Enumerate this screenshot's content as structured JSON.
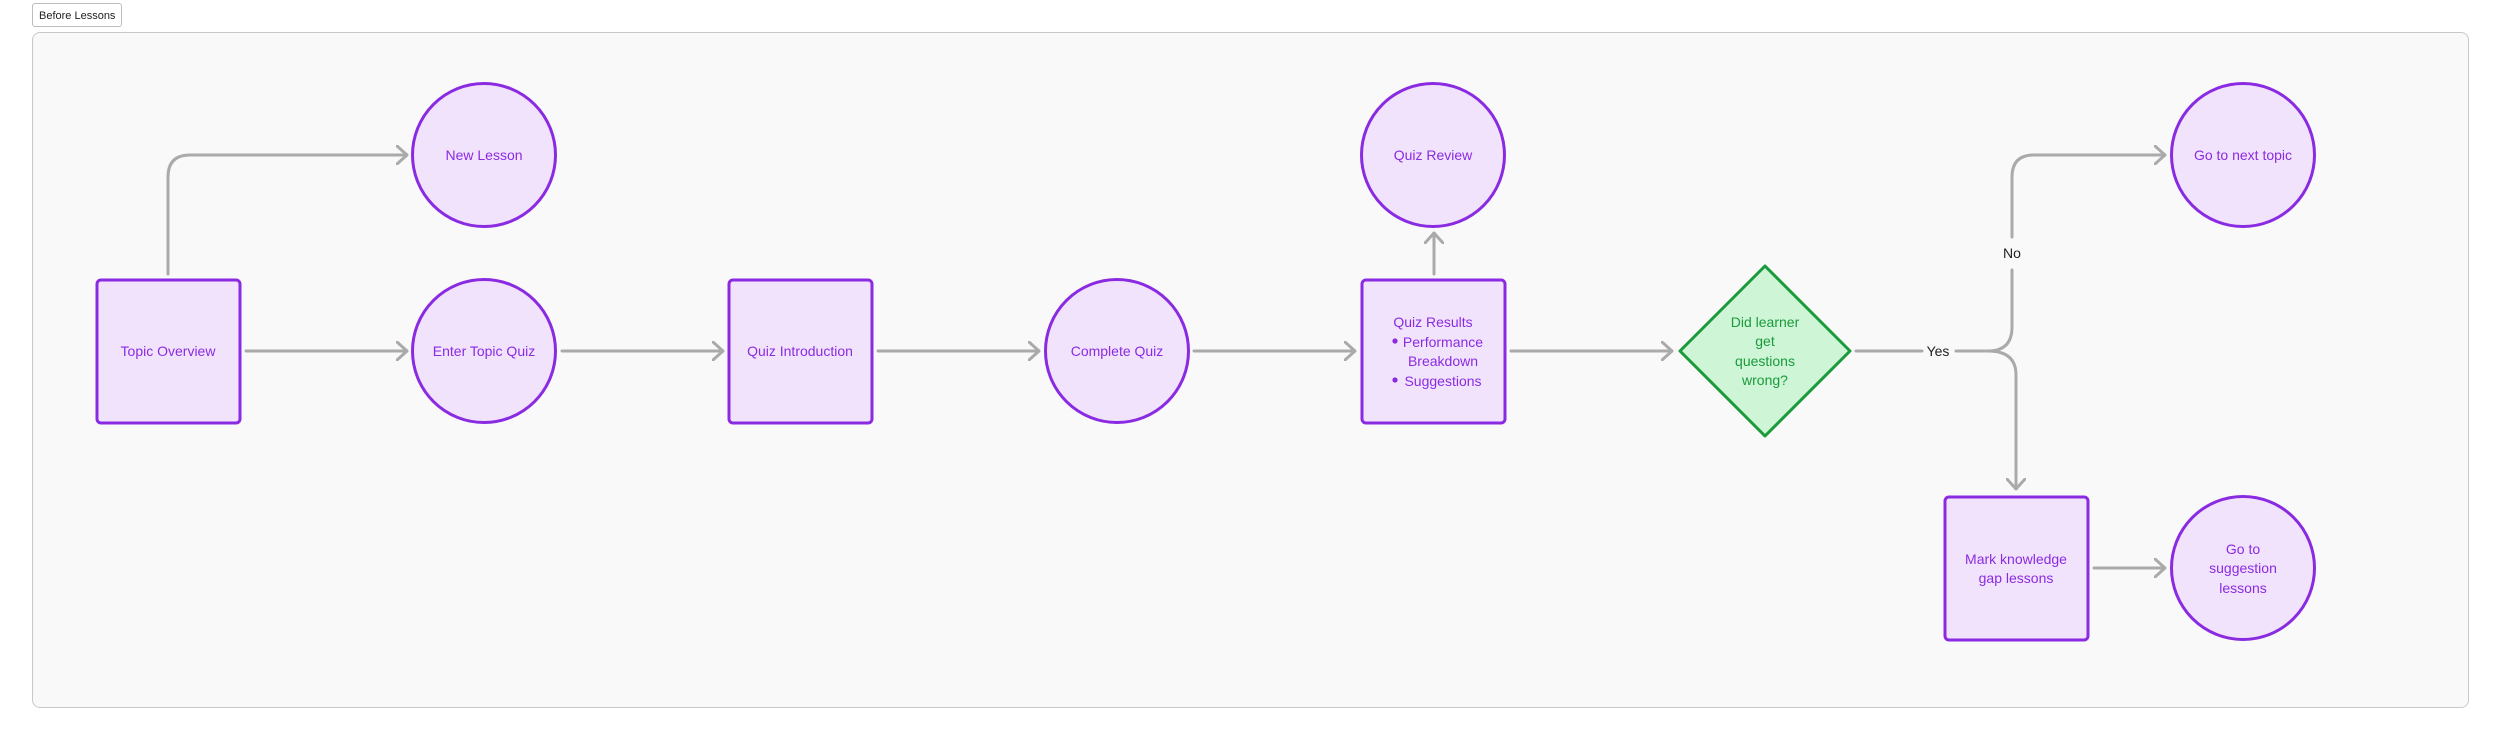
{
  "tab_label": "Before Lessons",
  "colors": {
    "node_fill": "#f2e3fc",
    "node_stroke": "#8a2be2",
    "node_text": "#8a2be2",
    "decision_fill": "#cdf5d6",
    "decision_stroke": "#1a9a3a",
    "decision_text": "#1a9a3a",
    "edge": "#aaaaaa",
    "frame_bg": "#f9f9f9"
  },
  "nodes": {
    "topic_overview": "Topic Overview",
    "new_lesson": "New Lesson",
    "enter_topic_quiz": "Enter Topic Quiz",
    "quiz_introduction": "Quiz Introduction",
    "complete_quiz": "Complete Quiz",
    "quiz_review": "Quiz Review",
    "quiz_results": {
      "title": "Quiz Results",
      "bullets": [
        "Performance",
        "Breakdown",
        "Suggestions"
      ]
    },
    "decision": [
      "Did learner",
      "get",
      "questions",
      "wrong?"
    ],
    "go_next_topic": "Go to next topic",
    "mark_gap": [
      "Mark knowledge",
      "gap lessons"
    ],
    "go_suggestion": [
      "Go to",
      "suggestion",
      "lessons"
    ]
  },
  "edge_labels": {
    "no": "No",
    "yes": "Yes"
  }
}
